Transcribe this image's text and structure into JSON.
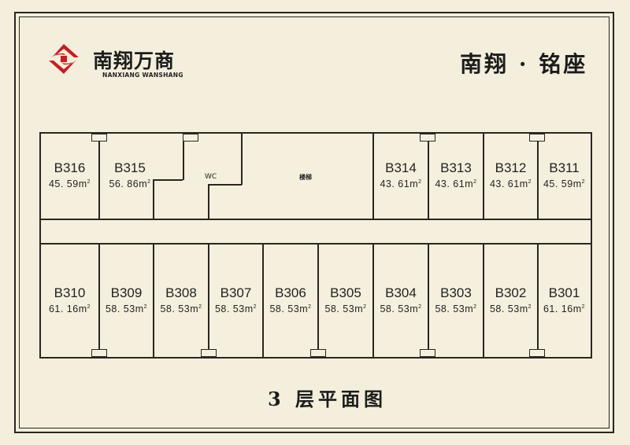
{
  "brand": {
    "name_cn": "南翔万商",
    "name_en": "NANXIANG WANSHANG",
    "logo_icon": "diamond-logo-icon",
    "logo_color": "#c41e24"
  },
  "project_title": "南翔 · 铭座",
  "floor_title": "3  层平面图",
  "labels": {
    "wc": "WC",
    "stair": "楼梯"
  },
  "units_top": [
    {
      "name": "B316",
      "area": "45. 59m",
      "unit": "2"
    },
    {
      "name": "B315",
      "area": "56. 86m",
      "unit": "2"
    },
    {
      "name": "B314",
      "area": "43. 61m",
      "unit": "2"
    },
    {
      "name": "B313",
      "area": "43. 61m",
      "unit": "2"
    },
    {
      "name": "B312",
      "area": "43. 61m",
      "unit": "2"
    },
    {
      "name": "B311",
      "area": "45. 59m",
      "unit": "2"
    }
  ],
  "units_bottom": [
    {
      "name": "B310",
      "area": "61. 16m",
      "unit": "2"
    },
    {
      "name": "B309",
      "area": "58. 53m",
      "unit": "2"
    },
    {
      "name": "B308",
      "area": "58. 53m",
      "unit": "2"
    },
    {
      "name": "B307",
      "area": "58. 53m",
      "unit": "2"
    },
    {
      "name": "B306",
      "area": "58. 53m",
      "unit": "2"
    },
    {
      "name": "B305",
      "area": "58. 53m",
      "unit": "2"
    },
    {
      "name": "B304",
      "area": "58. 53m",
      "unit": "2"
    },
    {
      "name": "B303",
      "area": "58. 53m",
      "unit": "2"
    },
    {
      "name": "B302",
      "area": "58. 53m",
      "unit": "2"
    },
    {
      "name": "B301",
      "area": "61. 16m",
      "unit": "2"
    }
  ]
}
